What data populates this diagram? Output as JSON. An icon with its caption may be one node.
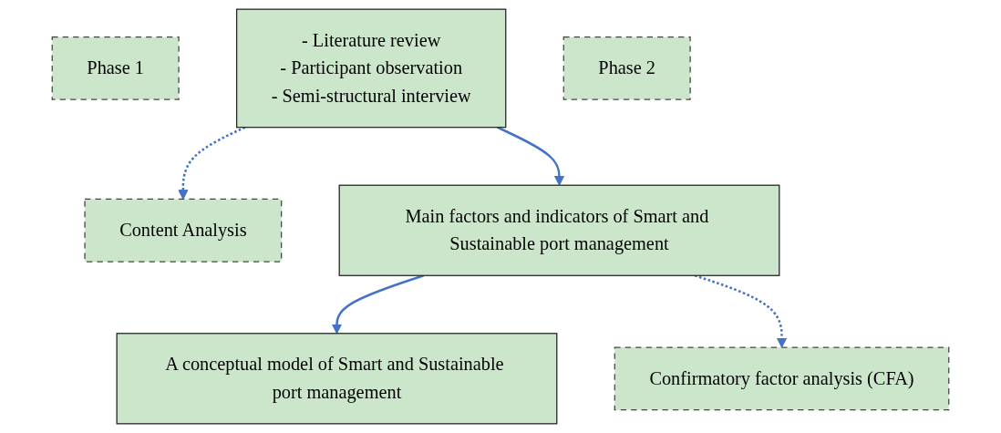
{
  "diagram": {
    "nodes": [
      {
        "text": [
          "Phase 1"
        ]
      },
      {
        "text": [
          "- Literature review",
          "- Participant observation",
          "- Semi-structural interview"
        ]
      },
      {
        "text": [
          "Content Analysis"
        ]
      },
      {
        "text": [
          "Phase 2"
        ]
      },
      {
        "text": [
          "Main factors and indicators of Smart and Sustainable port management"
        ]
      },
      {
        "text": [
          "Confirmatory factor analysis (CFA)"
        ]
      },
      {
        "text": [
          "A conceptual model of Smart and Sustainable port management"
        ]
      }
    ],
    "edges": [
      {
        "from": 1,
        "to": 4,
        "arrow": "to",
        "color": "#4472c4"
      },
      {
        "from": 1,
        "to": 2,
        "arrow": "to",
        "style": "dashed",
        "color": "#4472c4"
      },
      {
        "from": 4,
        "to": 6,
        "arrow": "to",
        "color": "#4472c4"
      },
      {
        "from": 4,
        "to": 5,
        "arrow": "to",
        "style": "dashed",
        "color": "#4472c4"
      }
    ]
  }
}
